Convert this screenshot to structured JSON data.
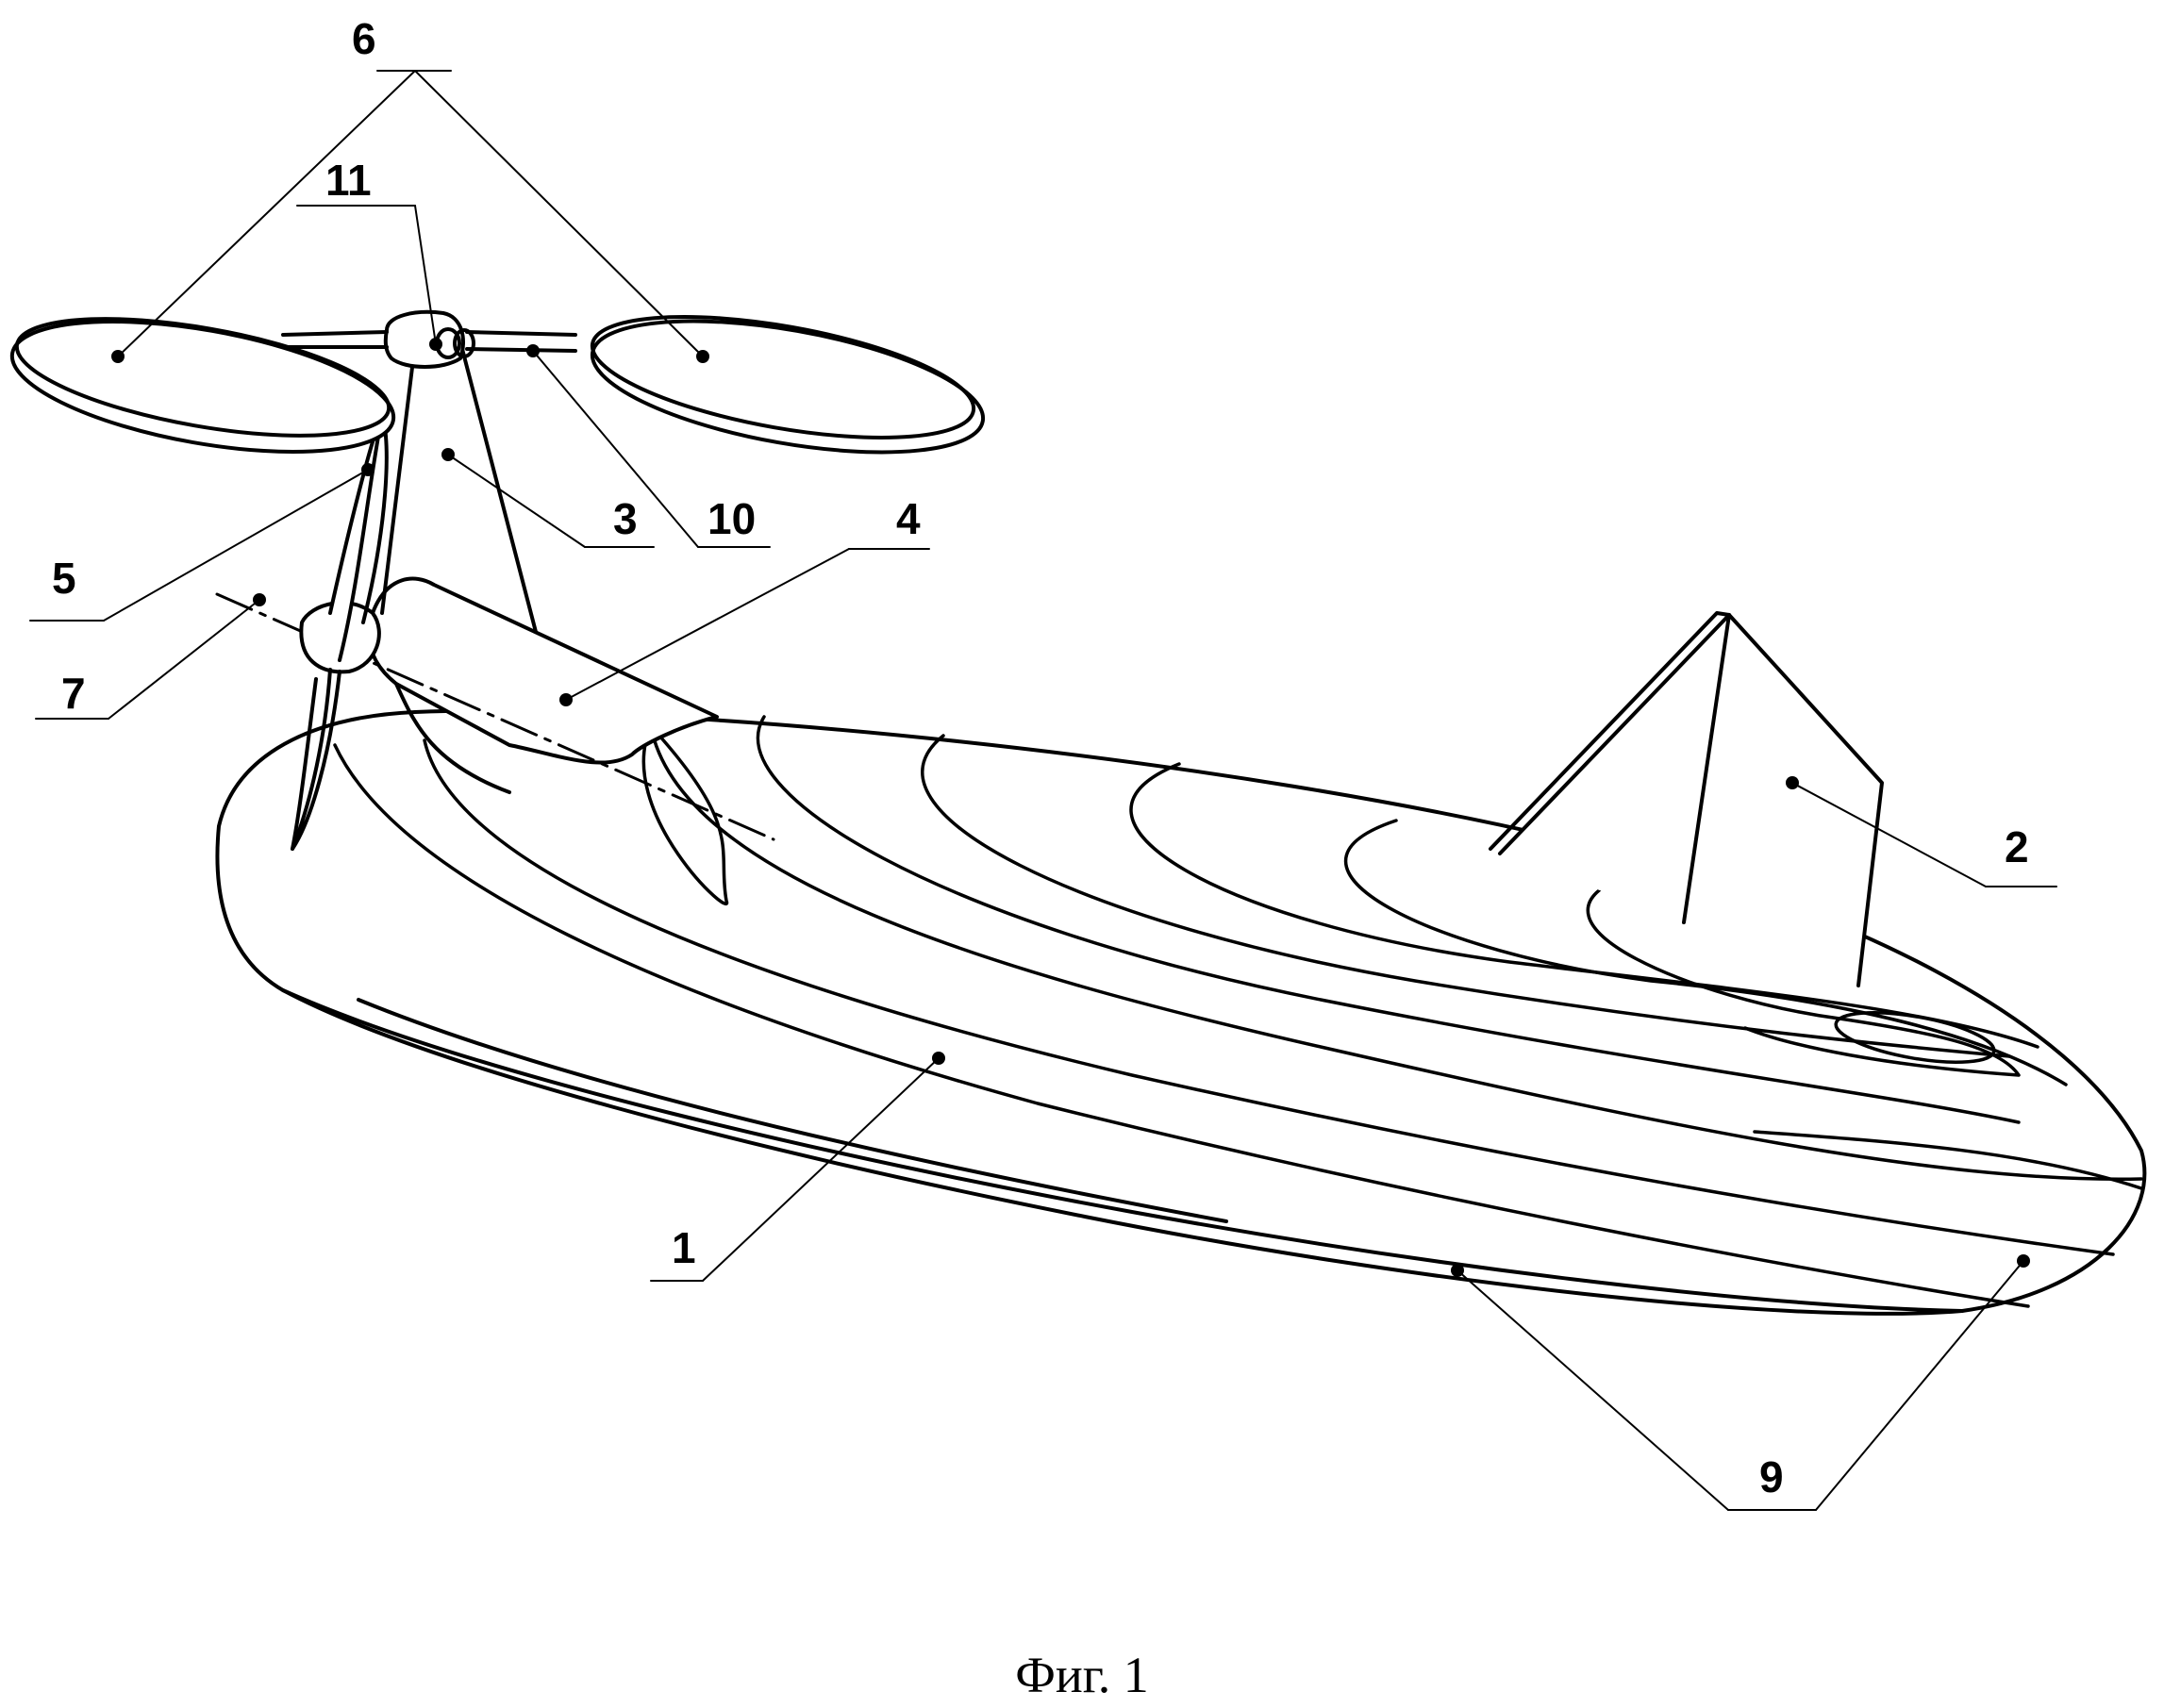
{
  "figure": {
    "caption": "Фиг. 1",
    "callouts": {
      "c1": "1",
      "c2": "2",
      "c3": "3",
      "c4": "4",
      "c5": "5",
      "c6": "6",
      "c7": "7",
      "c9": "9",
      "c10": "10",
      "c11": "11"
    }
  }
}
